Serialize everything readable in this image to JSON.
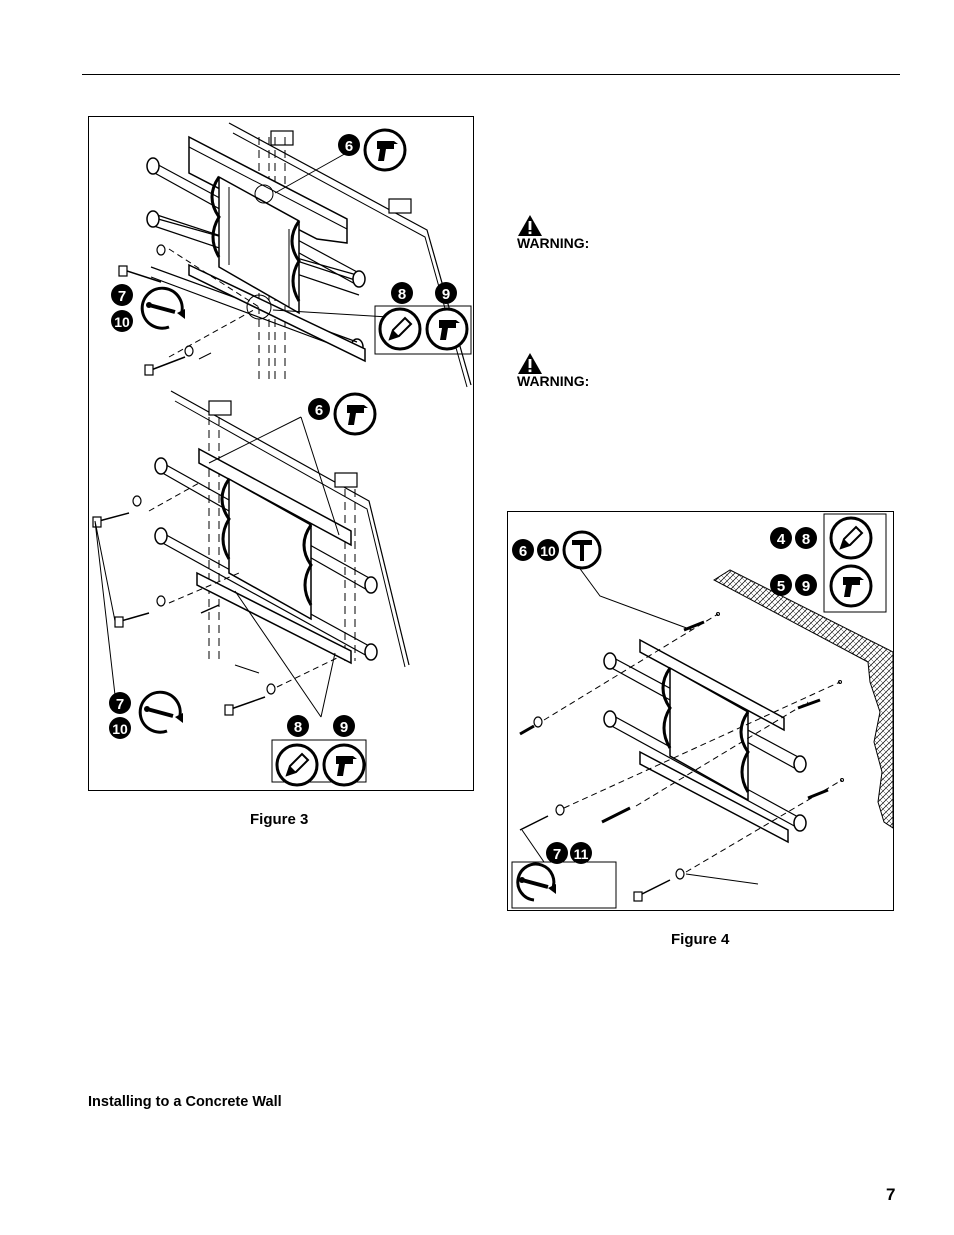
{
  "header": {
    "rule": true
  },
  "figure3": {
    "caption": "Figure 3",
    "upper": {
      "callouts": [
        "6",
        "7",
        "10",
        "8",
        "9"
      ]
    },
    "lower": {
      "callouts": [
        "6",
        "7",
        "10",
        "8",
        "9"
      ]
    },
    "icons": [
      "drill-icon",
      "ratchet-wrench-icon",
      "pencil-icon"
    ]
  },
  "figure4": {
    "caption": "Figure 4",
    "callouts": [
      "6",
      "10",
      "4",
      "8",
      "5",
      "9",
      "7",
      "11"
    ],
    "icons": [
      "hammer-icon",
      "pencil-icon",
      "drill-icon",
      "ratchet-wrench-icon"
    ]
  },
  "warnings": [
    {
      "label": "WARNING:",
      "icon": "warning-triangle-icon"
    },
    {
      "label": "WARNING:",
      "icon": "warning-triangle-icon"
    }
  ],
  "section": {
    "heading": "Installing to a Concrete Wall"
  },
  "page": {
    "number": "7"
  }
}
